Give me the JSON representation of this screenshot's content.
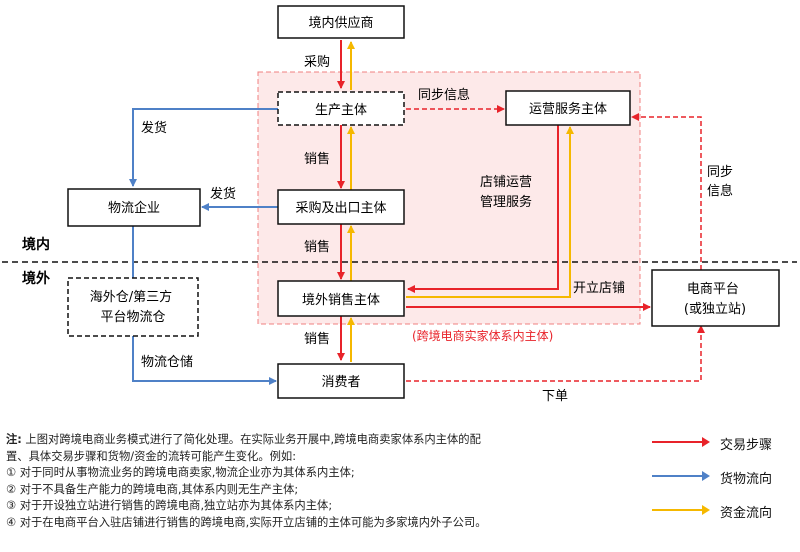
{
  "nodes": {
    "domestic_supplier": "境内供应商",
    "producer": "生产主体",
    "operations_service": "运营服务主体",
    "logistics_company": "物流企业",
    "purchase_export": "采购及出口主体",
    "overseas_warehouse": "海外仓/第三方\n平台物流仓",
    "overseas_seller": "境外销售主体",
    "ecommerce_platform": "电商平台\n(或独立站)",
    "consumer": "消费者"
  },
  "edge_labels": {
    "purchase": "采购",
    "sync_info_top": "同步信息",
    "ship_left": "发货",
    "sales_1": "销售",
    "ship_mid": "发货",
    "store_ops": "店铺运营\n管理服务",
    "sync_info_right": "同步\n信息",
    "sales_2": "销售",
    "open_store": "开立店铺",
    "sales_3": "销售",
    "warehouse_storage": "物流仓储",
    "place_order": "下单"
  },
  "zones": {
    "domestic": "境内",
    "overseas": "境外",
    "group_caption": "(跨境电商实家体系内主体)"
  },
  "colors": {
    "transaction": "#e8232a",
    "goods": "#4f81c7",
    "funds": "#f5b800",
    "group_fill": "#fde9e9",
    "group_border": "#f08080"
  },
  "legend": [
    {
      "label": "交易步骤",
      "color_key": "transaction"
    },
    {
      "label": "货物流向",
      "color_key": "goods"
    },
    {
      "label": "资金流向",
      "color_key": "funds"
    }
  ],
  "notes": {
    "prefix": "注:",
    "line0": "上图对跨境电商业务模式进行了简化处理。在实际业务开展中,跨境电商卖家体系内主体的配",
    "line1": "置、具体交易步骤和货物/资金的流转可能产生变化。例如:",
    "line2": "① 对于同时从事物流业务的跨境电商卖家,物流企业亦为其体系内主体;",
    "line3": "② 对于不具备生产能力的跨境电商,其体系内则无生产主体;",
    "line4": "③ 对于开设独立站进行销售的跨境电商,独立站亦为其体系内主体;",
    "line5": "④ 对于在电商平台入驻店铺进行销售的跨境电商,实际开立店铺的主体可能为多家境内外子公司。"
  }
}
